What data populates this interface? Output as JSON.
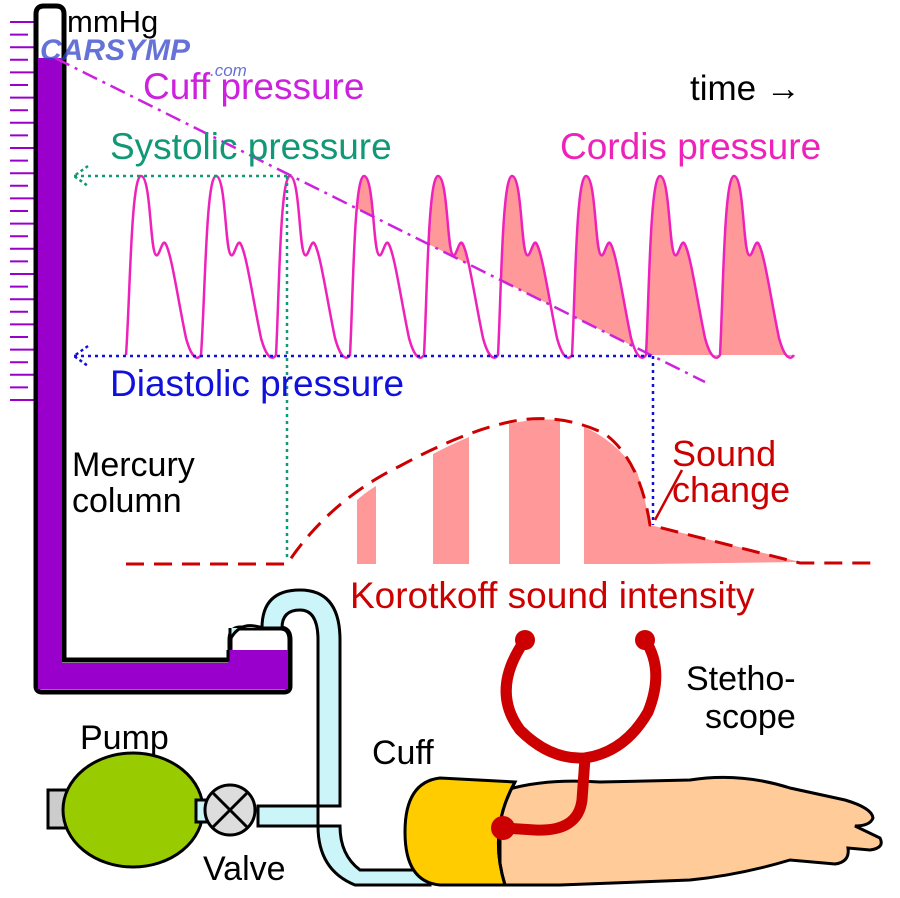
{
  "labels": {
    "unit": "mmHg",
    "cuff_pressure": "Cuff pressure",
    "time": "time →",
    "systolic": "Systolic pressure",
    "cordis": "Cordis pressure",
    "diastolic": "Diastolic pressure",
    "mercury_line1": "Mercury",
    "mercury_line2": "column",
    "sound_line1": "Sound",
    "sound_line2": "change",
    "korotkoff": "Korotkoff sound intensity",
    "pump": "Pump",
    "cuff": "Cuff",
    "stetho_line1": "Stetho-",
    "stetho_line2": "scope",
    "valve": "Valve"
  },
  "watermark": {
    "brand": "CARSYMP",
    "suffix": ".com"
  },
  "colors": {
    "cuff_pressure": "#cc22dd",
    "systolic": "#119977",
    "cordis": "#ee22bb",
    "diastolic": "#1111dd",
    "sound": "#cc0000",
    "mercury": "#9900cc",
    "tube": "#ccf5fa",
    "pump": "#99cc00",
    "cuff": "#ffcc00",
    "arm": "#ffcc99",
    "stethoscope": "#cc0000",
    "fill": "#ff9999",
    "watermark": "#3344cc"
  }
}
